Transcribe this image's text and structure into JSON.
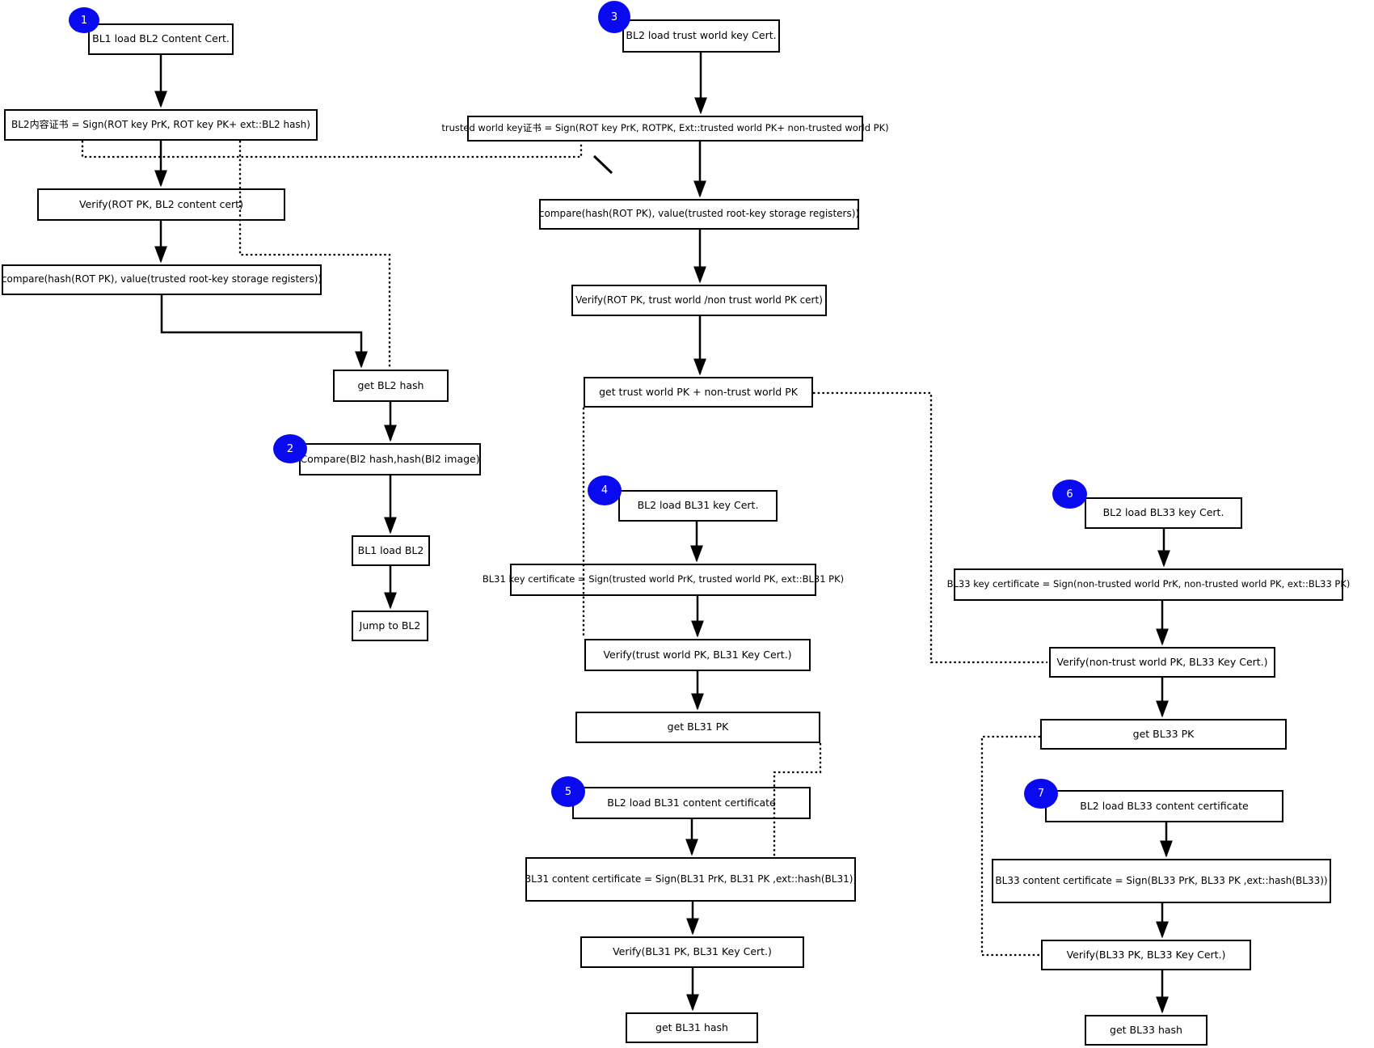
{
  "diagram": {
    "colors": {
      "badge": "#0a0af0",
      "line": "#000000",
      "background": "#ffffff"
    },
    "badges": [
      "1",
      "2",
      "3",
      "4",
      "5",
      "6",
      "7"
    ],
    "nodes": {
      "bl1_load_bl2_content_cert": "BL1 load BL2 Content Cert.",
      "bl2_content_cert_sign": "BL2内容证书 = Sign(ROT key PrK, ROT key PK+ ext::BL2 hash)",
      "verify_rot_bl2_content": "Verify(ROT PK, BL2 content cert)",
      "compare_rot_left": "compare(hash(ROT PK), value(trusted root-key storage registers))",
      "get_bl2_hash": "get BL2 hash",
      "compare_bl2_hash": "Compare(Bl2 hash,hash(Bl2 image)",
      "bl1_load_bl2": "BL1 load BL2",
      "jump_to_bl2": "Jump to BL2",
      "bl2_load_trust_world_key_cert": "BL2 load trust world key Cert.",
      "trusted_world_key_sign": "trusted world key证书 = Sign(ROT key PrK, ROTPK, Ext::trusted world PK+ non-trusted world PK)",
      "compare_rot_mid": "compare(hash(ROT PK), value(trusted root-key storage registers))",
      "verify_rot_trust_world": "Verify(ROT PK, trust world /non trust world PK cert)",
      "get_trust_world_pk": "get trust world PK + non-trust world PK",
      "bl2_load_bl31_key_cert": "BL2 load BL31 key Cert.",
      "bl31_key_cert_sign": "BL31 key certificate = Sign(trusted world PrK, trusted world PK, ext::BL31 PK)",
      "verify_trust_world_bl31": "Verify(trust world PK, BL31 Key Cert.)",
      "get_bl31_pk": "get BL31 PK",
      "bl2_load_bl31_content_cert": "BL2 load BL31 content certificate",
      "bl31_content_cert_sign": "BL31 content certificate = Sign(BL31 PrK, BL31 PK ,ext::hash(BL31))",
      "verify_bl31": "Verify(BL31 PK, BL31 Key Cert.)",
      "get_bl31_hash": "get BL31 hash",
      "bl2_load_bl33_key_cert": "BL2 load BL33 key Cert.",
      "bl33_key_cert_sign": "BL33 key certificate = Sign(non-trusted world PrK, non-trusted world PK, ext::BL33 PK)",
      "verify_non_trust_world_bl33": "Verify(non-trust world PK, BL33 Key Cert.)",
      "get_bl33_pk": "get BL33 PK",
      "bl2_load_bl33_content_cert": "BL2 load BL33 content certificate",
      "bl33_content_cert_sign": "BL33 content certificate = Sign(BL33 PrK, BL33 PK ,ext::hash(BL33))",
      "verify_bl33": "Verify(BL33 PK, BL33 Key Cert.)",
      "get_bl33_hash": "get BL33 hash"
    }
  }
}
